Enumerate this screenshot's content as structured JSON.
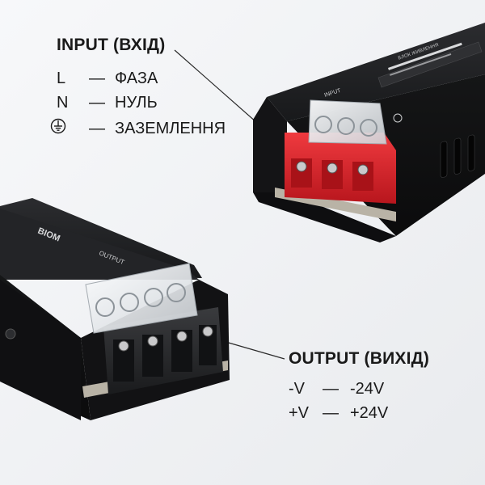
{
  "input": {
    "heading": "INPUT (ВХІД)",
    "rows": [
      {
        "symbol": "L",
        "dash": "—",
        "meaning": "ФАЗА"
      },
      {
        "symbol": "N",
        "dash": "—",
        "meaning": "НУЛЬ"
      },
      {
        "symbol": "ground-icon",
        "dash": "—",
        "meaning": "ЗАЗЕМЛЕННЯ"
      }
    ]
  },
  "output": {
    "heading": "OUTPUT (ВИХІД)",
    "rows": [
      {
        "symbol": "-V",
        "dash": "—",
        "meaning": "-24V"
      },
      {
        "symbol": "+V",
        "dash": "—",
        "meaning": "+24V"
      }
    ]
  },
  "device": {
    "brand_mark": "BIOM",
    "top_label_text": "БЛОК ЖИВЛЕННЯ",
    "left_terminal_label": "OUTPUT",
    "right_terminal_label": "INPUT"
  },
  "colors": {
    "background": "#f3f4f6",
    "housing": "#1c1d1f",
    "terminal_red": "#d8222a",
    "terminal_black": "#2a2b2d",
    "cover_clear": "#e9ecef",
    "pcb": "#b9b3a6",
    "text": "#1a1a1a"
  }
}
